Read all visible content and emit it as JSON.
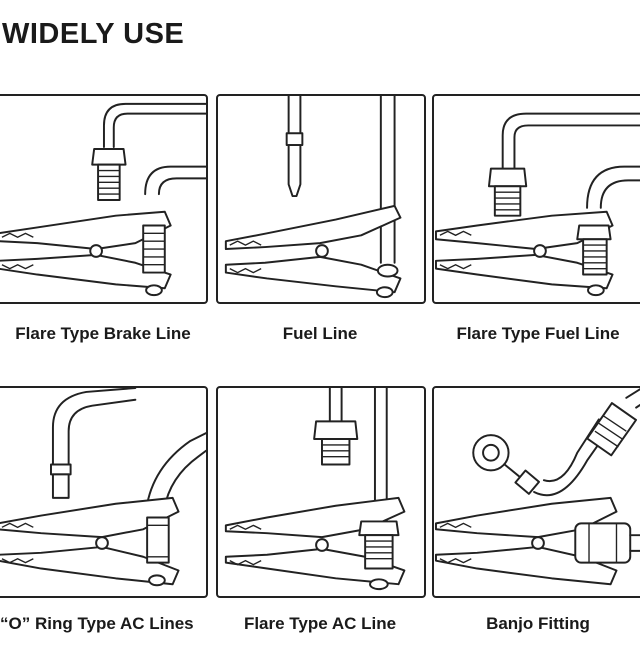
{
  "page": {
    "title": "WIDELY USE"
  },
  "items": [
    {
      "caption": "Flare Type Brake Line",
      "icon": "flare-brake-line-illustration"
    },
    {
      "caption": "Fuel Line",
      "icon": "fuel-line-illustration"
    },
    {
      "caption": "Flare Type Fuel Line",
      "icon": "flare-fuel-line-illustration"
    },
    {
      "caption": "“O”  Ring Type AC Lines",
      "icon": "o-ring-ac-lines-illustration"
    },
    {
      "caption": "Flare Type AC Line",
      "icon": "flare-ac-line-illustration"
    },
    {
      "caption": "Banjo Fitting",
      "icon": "banjo-fitting-illustration"
    }
  ]
}
